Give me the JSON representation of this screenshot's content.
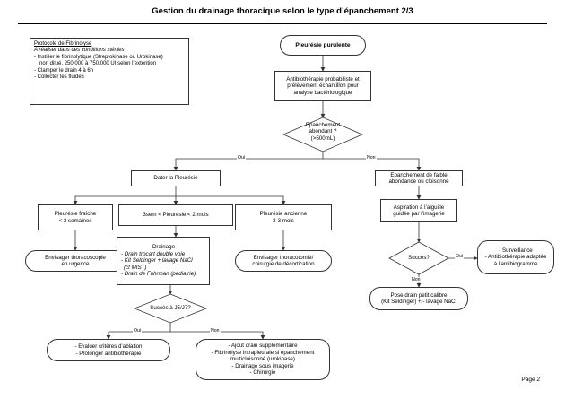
{
  "title": "Gestion du drainage thoracique selon le type d’épanchement 2/3",
  "page": "Page 2",
  "protocol": {
    "title": "Protocole de Fibrinolyse",
    "subtitle": "A réaliser dans des conditions stériles",
    "line1": "- Instiller le fibrinolytique (Streptokinase ou Urokinase)",
    "line2": "non dilué, 250.000 à 750.000 UI selon l’extention",
    "line3": "- Clamper le drain 4 à 6h",
    "line4": "- Collecter les fluides"
  },
  "nodes": {
    "start": "Pleurésie purulente",
    "antibio": [
      "Antibiothérapie probabiliste et",
      "prélèvement échantillon pour",
      "analyse bactériologique"
    ],
    "epanchement_q": [
      "Epanchement",
      "abondant ?",
      "(>500mL)"
    ],
    "dater": "Dater la Pleurésie",
    "fraiche": [
      "Pleurésie fraîche",
      "< 3 semaines"
    ],
    "thoracoscopie": [
      "Envisager thoracoscopie",
      "en urgence"
    ],
    "intermediaire": "3sem < Pleurésie < 2 mois",
    "drainage": {
      "title": "Drainage",
      "l1": "- Drain trocart double voie",
      "l2": "- Kit Seldinger + lavage NaCl",
      "l3": "(cf MIST)",
      "l4": "- Drain de Fuhrman (pédiatrie)"
    },
    "ancienne": [
      "Pleurésie ancienne",
      "2-3 mois"
    ],
    "thoracotomie": [
      "Envisager thoracotomie/",
      "chirurgie de décortication"
    ],
    "succes_j5": "Succès à J5/J7?",
    "evaluer": [
      "- Evaluer critères d’ablation",
      "- Prolonger antibiothérapie"
    ],
    "ajout": [
      "- Ajout drain supplémentaire",
      "- Fibrinolyse intrapleurale si épanchement",
      "multicloisonné (urokinase)",
      "- Drainage sous imagerie",
      "- Chirurgie"
    ],
    "faible": [
      "Epanchement de faible",
      "abondance ou cloisonné"
    ],
    "aspiration": [
      "Aspiration à l’aiguille",
      "guidée par l’imagerie"
    ],
    "succes": "Succès?",
    "surveillance": [
      "- Surveillance",
      "- Antibiothérapie adaptée",
      "à l’antibiogramme"
    ],
    "pose_drain": [
      "Pose drain petit calibre",
      "(Kit Seldinger) +/- lavage NaCl"
    ]
  },
  "edge_labels": {
    "oui": "Oui",
    "non": "Non"
  }
}
